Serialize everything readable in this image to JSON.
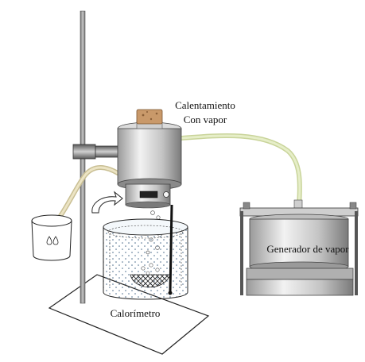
{
  "labels": {
    "heating_line1": "Calentamiento",
    "heating_line2": "Con vapor",
    "generator": "Generador de vapor",
    "calorimeter": "Calorímetro"
  },
  "colors": {
    "tube": "#d4dfae",
    "cork": "#c9996a",
    "metal_light": "#e8e8e8",
    "metal_dark": "#6f6f6f",
    "rod": "#8c8c8c",
    "water_dots": "#4a6a8a"
  },
  "icons": [
    "ring-stand",
    "steam-heater",
    "cork-stopper",
    "steam-generator",
    "calorimeter-beaker",
    "thermometer",
    "water-cup",
    "rotation-arrow"
  ]
}
